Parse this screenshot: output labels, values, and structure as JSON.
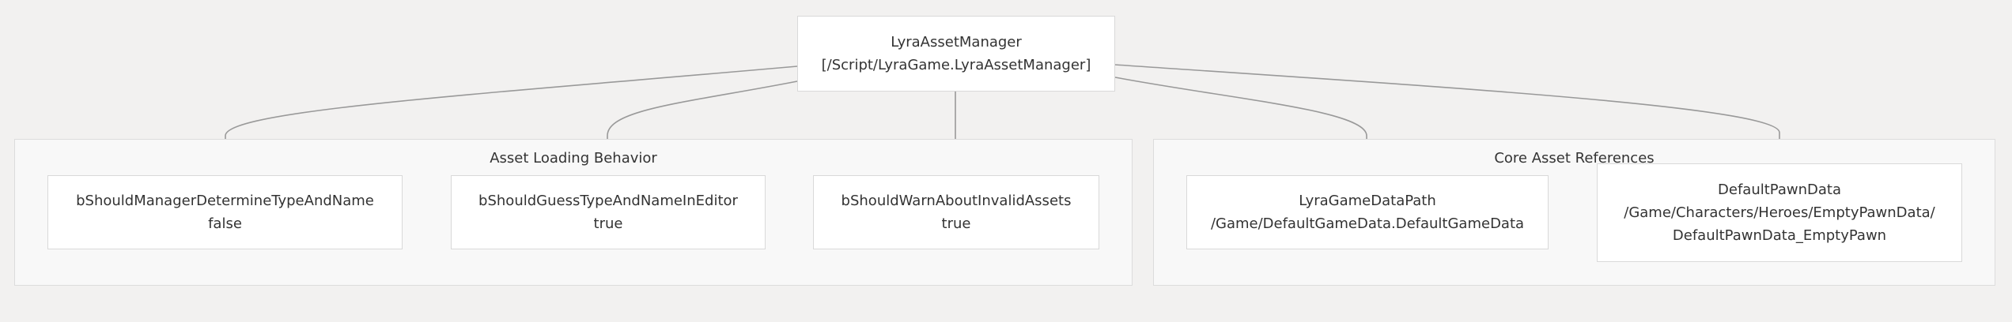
{
  "colors": {
    "background": "#f2f1f0",
    "cluster_fill": "#f8f8f8",
    "cluster_border": "#dcdcdc",
    "node_fill": "#ffffff",
    "node_border": "#d9d9d9",
    "edge": "#999999",
    "text": "#333333"
  },
  "root": {
    "title": "LyraAssetManager",
    "path": "[/Script/LyraGame.LyraAssetManager]"
  },
  "groups": {
    "loading": {
      "label": "Asset Loading Behavior",
      "nodes": [
        {
          "name": "bShouldManagerDetermineTypeAndName",
          "value": "false"
        },
        {
          "name": "bShouldGuessTypeAndNameInEditor",
          "value": "true"
        },
        {
          "name": "bShouldWarnAboutInvalidAssets",
          "value": "true"
        }
      ]
    },
    "core": {
      "label": "Core Asset References",
      "nodes": [
        {
          "name": "LyraGameDataPath",
          "value": "/Game/DefaultGameData.DefaultGameData"
        },
        {
          "name": "DefaultPawnData",
          "value_line1": "/Game/Characters/Heroes/EmptyPawnData/",
          "value_line2": "DefaultPawnData_EmptyPawn"
        }
      ]
    }
  }
}
